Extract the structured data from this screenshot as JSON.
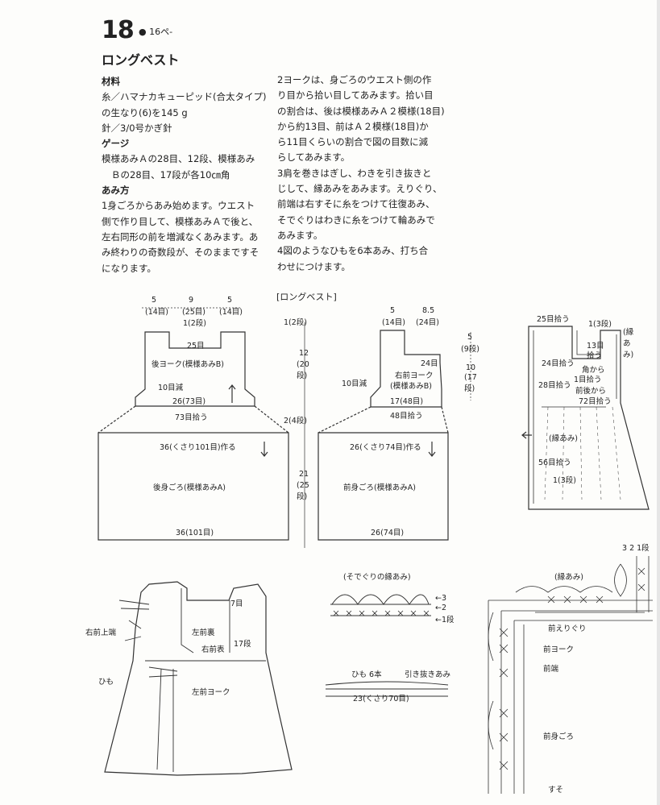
{
  "header": {
    "number": "18",
    "page_ref": "16ペ-",
    "title": "ロングベスト"
  },
  "left_column": {
    "materials_heading": "材料",
    "materials_lines": [
      "糸／ハマナカキューピッド(合太タイプ)",
      "の生なり(6)を145 g",
      "針／3/0号かぎ針"
    ],
    "gauge_heading": "ゲージ",
    "gauge_lines": [
      "模様あみＡの28目、12段、模様あみ",
      "Ｂの28目、17段が各10㎝角"
    ],
    "method_heading": "あみ方",
    "step1_lines": [
      "1身ごろからあみ始めます。ウエスト",
      "側で作り目して、模様あみＡで後と、",
      "左右同形の前を増減なくあみます。あ",
      "み終わりの奇数段が、そのままですそ",
      "になります。"
    ]
  },
  "right_column": {
    "lines": [
      "2ヨークは、身ごろのウエスト側の作",
      "り目から拾い目してあみます。拾い目",
      "の割合は、後は模様あみＡ２模様(18目)",
      "から約13目、前はＡ２模様(18目)か",
      "ら11目くらいの割合で図の目数に減",
      "らしてあみます。",
      "3肩を巻きはぎし、わきを引き抜きと",
      "じして、縁あみをあみます。えりぐり、",
      "前端は右すそに糸をつけて往復あみ、",
      "そでぐりはわきに糸をつけて輪あみで",
      "あみます。",
      "4図のようなひもを6本あみ、打ち合",
      "わせにつけます。"
    ]
  },
  "diagram_title": "[ロングベスト]",
  "back": {
    "w1": "5",
    "w1s": "(14目)",
    "w2": "9",
    "w2s": "(25目)",
    "w3": "5",
    "w3s": "(14目)",
    "top_rows": "1(2段)",
    "neck": "25目",
    "yoke": "後ヨーク(模様あみB)",
    "dec": "10目減",
    "waist": "26(73目)",
    "pick": "73目拾う",
    "cast": "36(くさり101目)作る",
    "body": "後身ごろ(模様あみA)",
    "hem": "36(101目)"
  },
  "vertical": {
    "top": "1(2段)",
    "h12": "12",
    "h12s": "(20段)",
    "mid": "2(4段)",
    "h21": "21",
    "h21s": "(25段)"
  },
  "front": {
    "w1": "5",
    "w1s": "(14目)",
    "w2": "8.5",
    "w2s": "(24目)",
    "neck": "24目",
    "yoke1": "右前ヨーク",
    "yoke2": "(模様あみB)",
    "dec": "10目減",
    "waist": "17(48目)",
    "pick": "48目拾う",
    "cast": "26(くさり74目)作る",
    "body": "前身ごろ(模様あみA)",
    "hem": "26(74目)",
    "r1": "5",
    "r1s": "(9段)",
    "r2": "10",
    "r2s": "(17段)"
  },
  "edge_diagram": {
    "l1": "25目拾う",
    "l2": "1(3段)",
    "l3": "(縁あみ)",
    "l4": "13目",
    "l5": "拾う",
    "l6": "24目拾う",
    "l7": "角から",
    "l8": "1目拾う",
    "l9": "28目拾う",
    "l10": "前後から",
    "l11": "72目拾う",
    "l12": "(縁あみ)",
    "l13": "56目拾う",
    "l14": "1(3段)"
  },
  "vest": {
    "l1": "7目",
    "l2": "右前上端",
    "l3": "左前裏",
    "l4": "右前表",
    "l5": "17段",
    "l6": "ひも",
    "l7": "左前ヨーク"
  },
  "sleeve_edge": {
    "title": "(そでぐりの縁あみ)",
    "r3": "3",
    "r2": "2",
    "r1": "1段"
  },
  "cord": {
    "title1": "ひも 6本",
    "title2": "引き抜きあみ",
    "len": "23(くさり70目)"
  },
  "border": {
    "title": "(縁あみ)",
    "rows": "3 2 1段",
    "l1": "前えりぐり",
    "l2": "前ヨーク",
    "l3": "前端",
    "l4": "前身ごろ",
    "l5": "すそ"
  }
}
